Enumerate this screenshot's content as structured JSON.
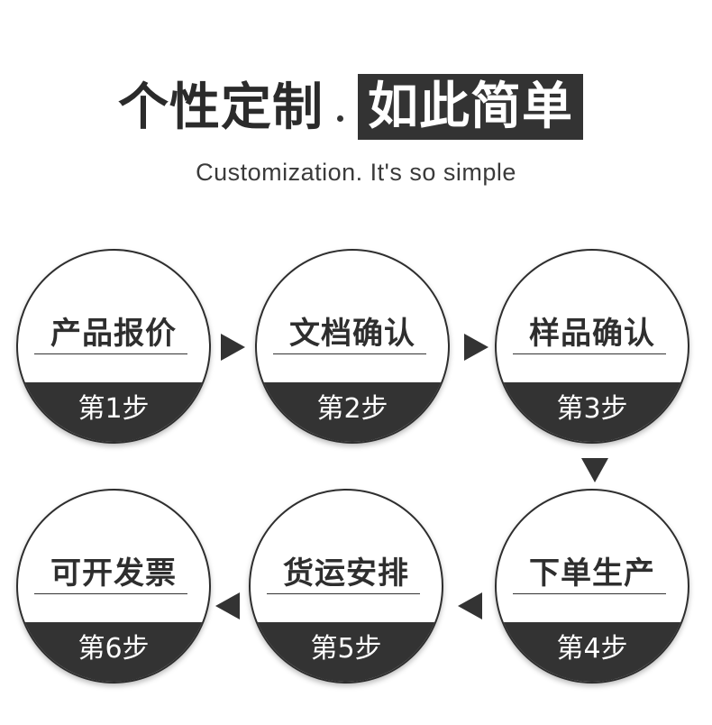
{
  "header": {
    "title_left": "个性定制",
    "title_right": "如此简单",
    "subtitle": "Customization. It's so simple"
  },
  "colors": {
    "dark": "#333333",
    "background": "#ffffff",
    "text_on_dark": "#ffffff"
  },
  "steps": [
    {
      "title": "产品报价",
      "label": "第1步"
    },
    {
      "title": "文档确认",
      "label": "第2步"
    },
    {
      "title": "样品确认",
      "label": "第3步"
    },
    {
      "title": "下单生产",
      "label": "第4步"
    },
    {
      "title": "货运安排",
      "label": "第5步"
    },
    {
      "title": "可开发票",
      "label": "第6步"
    }
  ],
  "arrows": [
    {
      "direction": "right",
      "icon": "arrow-right-icon"
    },
    {
      "direction": "right",
      "icon": "arrow-right-icon"
    },
    {
      "direction": "down",
      "icon": "arrow-down-icon"
    },
    {
      "direction": "left",
      "icon": "arrow-left-icon"
    },
    {
      "direction": "left",
      "icon": "arrow-left-icon"
    }
  ]
}
